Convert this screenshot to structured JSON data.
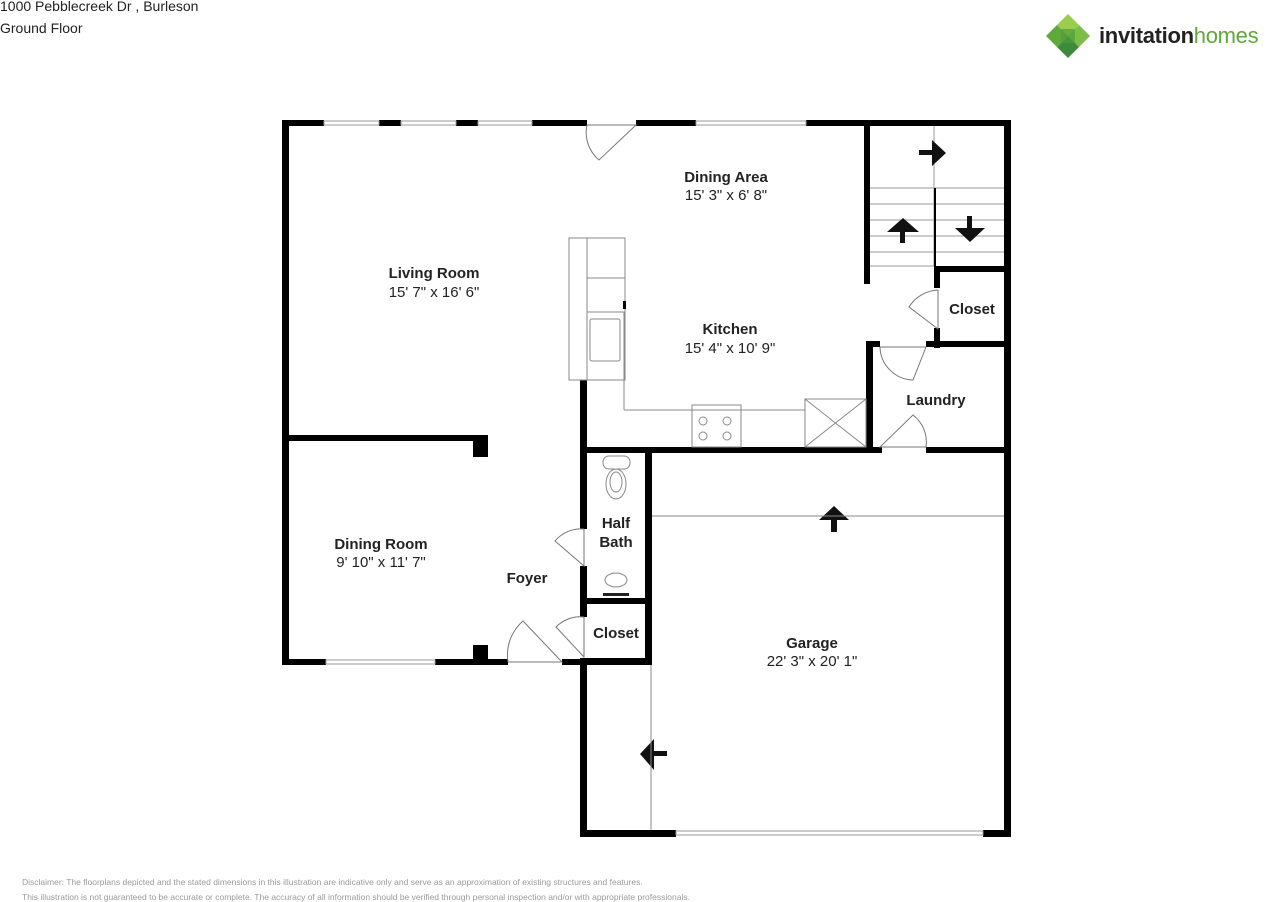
{
  "header": {
    "address": "1000 Pebblecreek Dr , Burleson",
    "floor": "Ground Floor"
  },
  "logo": {
    "word1": "invitation",
    "word2": "homes",
    "colors": {
      "dark_green": "#3c8a3a",
      "mid_green": "#5fa83a",
      "light_green": "#9acd4e",
      "text": "#222222"
    }
  },
  "rooms": {
    "living_room": {
      "name": "Living Room",
      "dims": "15' 7\" x 16' 6\""
    },
    "dining_area": {
      "name": "Dining Area",
      "dims": "15' 3\" x 6' 8\""
    },
    "kitchen": {
      "name": "Kitchen",
      "dims": "15' 4\" x 10' 9\""
    },
    "closet_upper": {
      "name": "Closet"
    },
    "laundry": {
      "name": "Laundry"
    },
    "dining_room": {
      "name": "Dining Room",
      "dims": "9' 10\" x 11' 7\""
    },
    "foyer": {
      "name": "Foyer"
    },
    "half_bath_line1": {
      "name": "Half"
    },
    "half_bath_line2": {
      "name": "Bath"
    },
    "closet_lower": {
      "name": "Closet"
    },
    "garage": {
      "name": "Garage",
      "dims": "22' 3\" x 20' 1\""
    }
  },
  "disclaimer": {
    "line1": "Disclaimer: The floorplans depicted and the stated dimensions in this illustration are indicative only and serve as an approximation of existing structures and features.",
    "line2": "This illustration is not guaranteed to be accurate or complete. The accuracy of all information should be verified through personal inspection and/or with appropriate professionals."
  }
}
